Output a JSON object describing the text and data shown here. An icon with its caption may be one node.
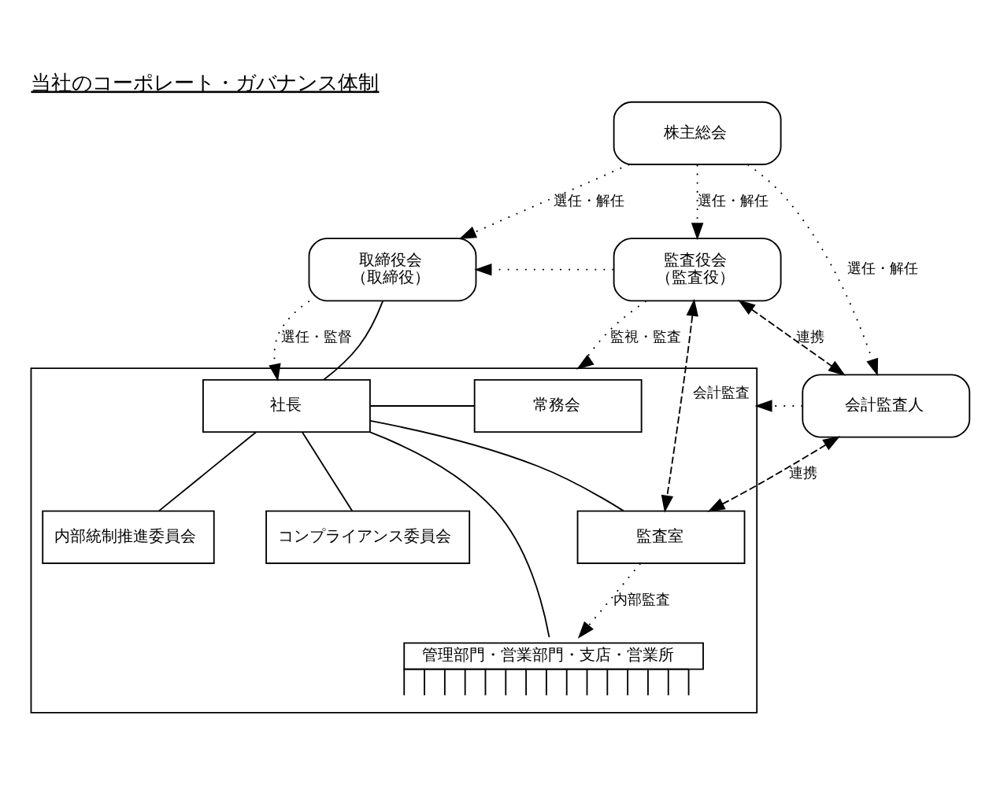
{
  "diagram": {
    "title": "当社のコーポレート・ガバナンス体制",
    "nodes": [
      {
        "text": [
          "株主総会"
        ]
      },
      {
        "text": [
          "取締役会",
          "（取締役）"
        ]
      },
      {
        "text": [
          "監査役会",
          "（監査役）"
        ]
      },
      {
        "text": [
          "会計監査人"
        ]
      },
      {
        "text": [],
        "shape": "box"
      },
      {
        "text": [
          "常務会"
        ],
        "in": 4
      },
      {
        "text": [
          "社長"
        ],
        "in": 4
      },
      {
        "text": [
          "内部統制推進委員会"
        ],
        "in": 4
      },
      {
        "text": [
          "コンプライアンス委員会"
        ],
        "in": 4
      },
      {
        "text": [
          "監査室"
        ],
        "in": 4
      },
      {
        "text": [
          "管理部門・営業部門・支店・営業所"
        ],
        "in": 4
      }
    ],
    "edges": [
      {
        "from": 0,
        "to": 1,
        "arrow": "to",
        "style": "dashed",
        "label": "選任・解任"
      },
      {
        "from": 0,
        "to": 2,
        "arrow": "to",
        "style": "dashed",
        "label": "選任・解任"
      },
      {
        "from": 0,
        "to": 3,
        "arrow": "to",
        "style": "dashed",
        "label": "選任・解任"
      },
      {
        "from": 2,
        "to": 1,
        "arrow": "to",
        "style": "dashed"
      },
      {
        "from": 2,
        "to": 4,
        "arrow": "to",
        "style": "dashed",
        "label": "監視・監査"
      },
      {
        "from": 1,
        "to": 6,
        "arrow": "to",
        "style": "dashed",
        "label": "選任・監督"
      },
      {
        "from": 1,
        "to": 6,
        "arrow": "none"
      },
      {
        "from": 3,
        "to": 4,
        "arrow": "to",
        "style": "dashed",
        "label": "会計監査"
      },
      {
        "from": 2,
        "to": 3,
        "arrow": "both",
        "style": "dashed",
        "label": "連携"
      },
      {
        "from": 2,
        "to": 9,
        "arrow": "both",
        "style": "dashed"
      },
      {
        "from": 9,
        "to": 3,
        "arrow": "both",
        "style": "dashed",
        "label": "連携"
      },
      {
        "from": 6,
        "to": 5,
        "arrow": "none"
      },
      {
        "from": 6,
        "to": 7,
        "arrow": "none"
      },
      {
        "from": 6,
        "to": 8,
        "arrow": "none"
      },
      {
        "from": 6,
        "to": 9,
        "arrow": "none"
      },
      {
        "from": 6,
        "to": 10,
        "arrow": "none"
      },
      {
        "from": 9,
        "to": 10,
        "arrow": "to",
        "style": "dashed",
        "label": "内部監査"
      }
    ]
  }
}
